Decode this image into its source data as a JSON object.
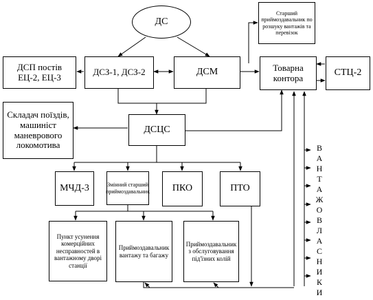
{
  "nodes": {
    "ds": "ДС",
    "senior_top": "Старший приймоздавальник по розшуку вантажів та перевізок",
    "dsp": "ДСП постів ЕЦ-2, ЕЦ-3",
    "dsz": "ДСЗ-1, ДСЗ-2",
    "dsm": "ДСМ",
    "tovarna": "Товарна контора",
    "stc": "СТЦ-2",
    "skladach": "Складач поїздів, машиніст маневрового локомотива",
    "dscs": "ДСЦС",
    "mchd": "МЧД-3",
    "zminnyi": "Змінний старший приймоздавальник",
    "pko": "ПКО",
    "pto": "ПТО",
    "punkt": "Пункт усунення комерційних несправностей в вантажному дворі станції",
    "pryimozd": "Приймоздавальник вантажу та багажу",
    "obslug": "Приймоздавальник з обслуговування під'їзних колій"
  },
  "side_label": "ВАНТАЖОВЛАСНИКИ"
}
